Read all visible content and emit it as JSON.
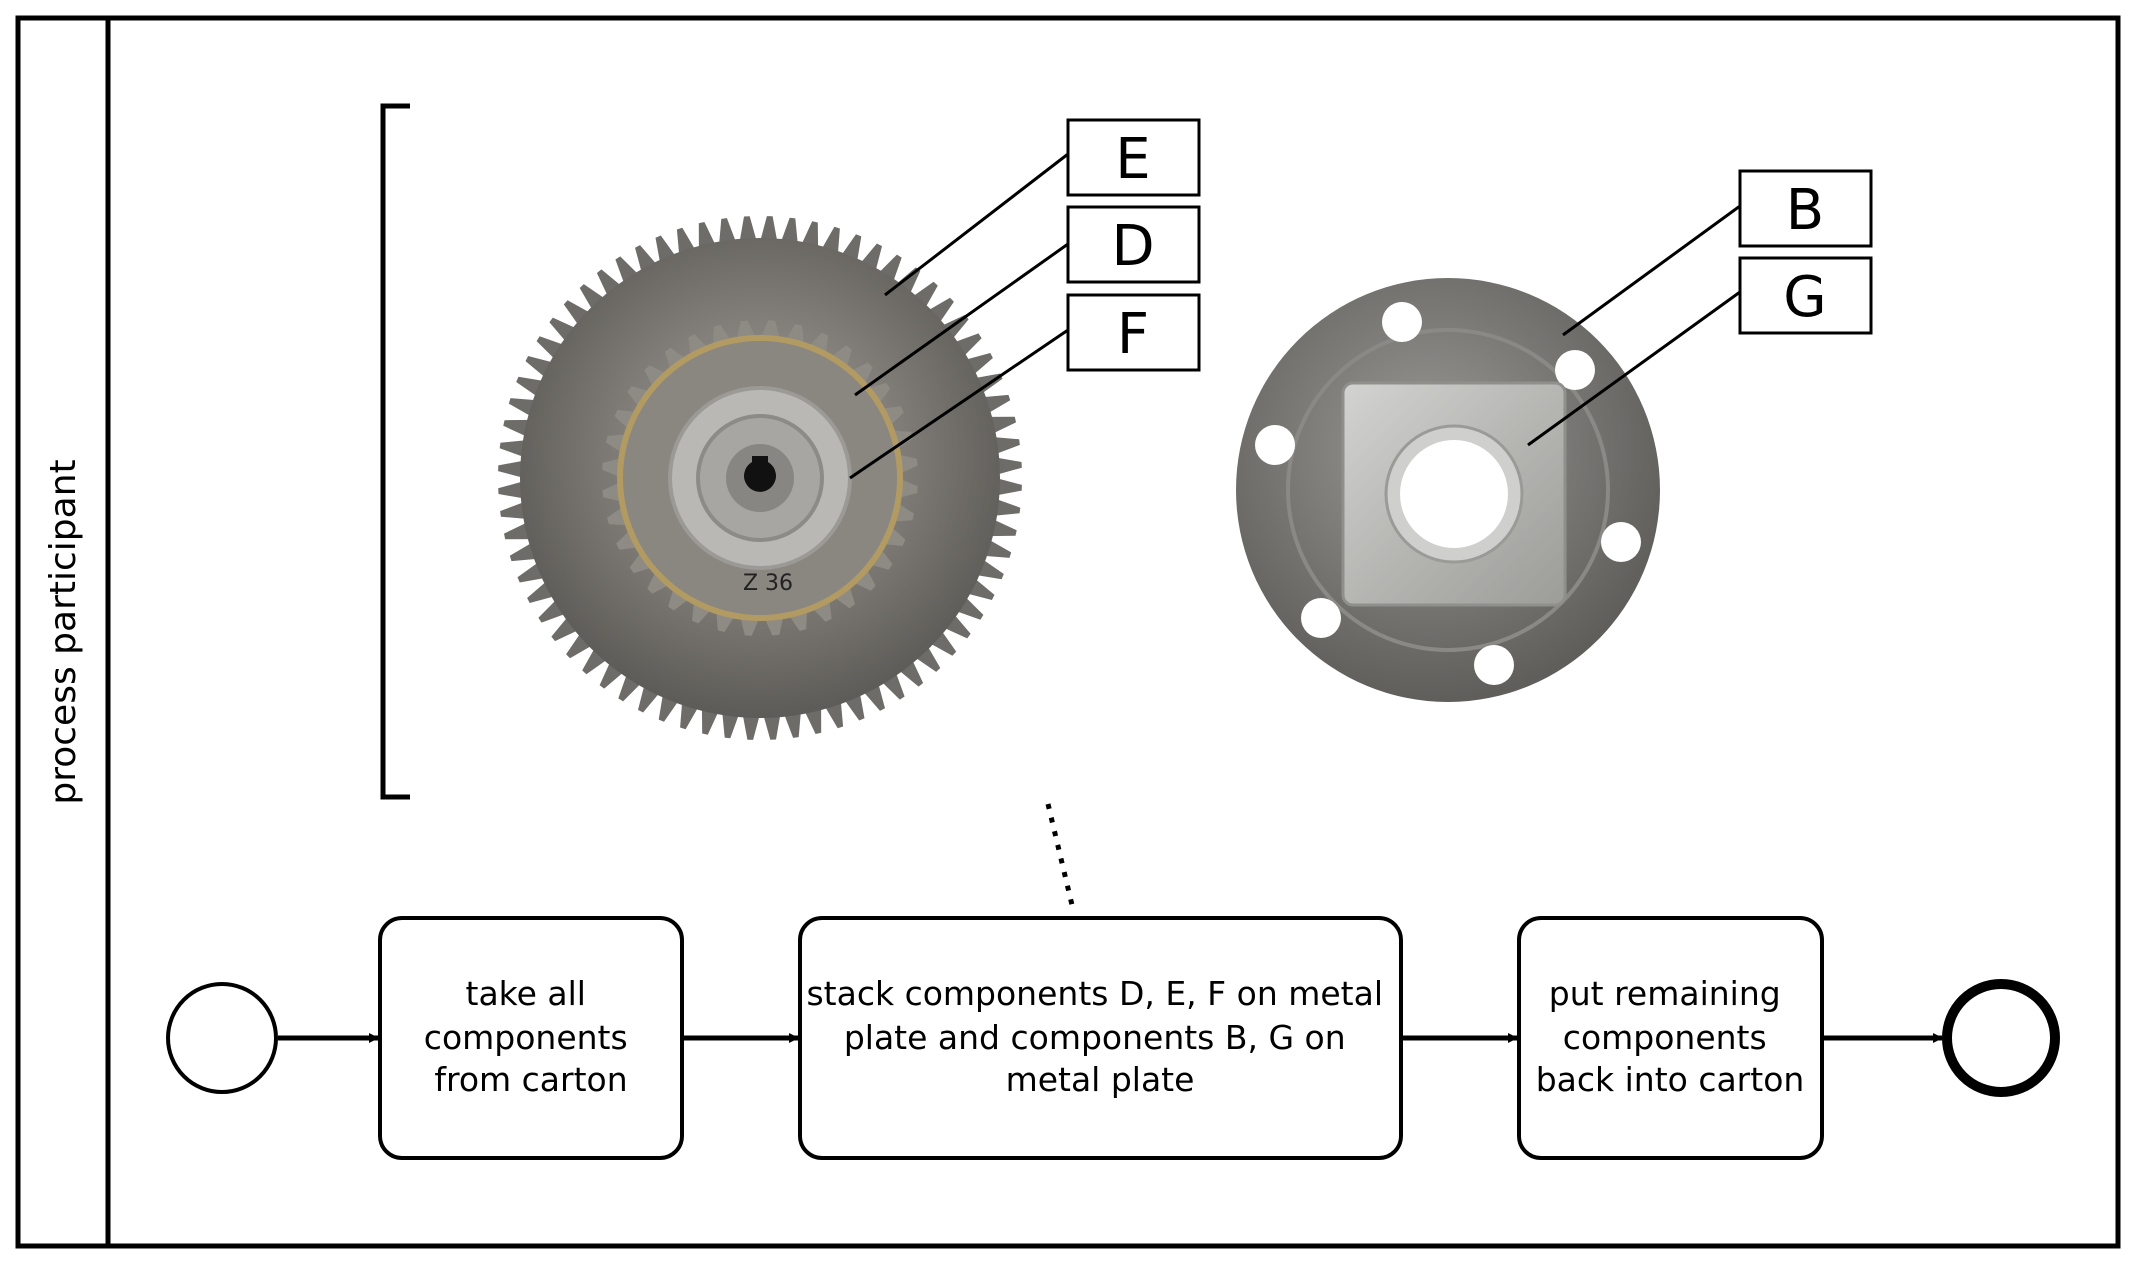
{
  "pool": {
    "label": "process participant"
  },
  "tasks": [
    {
      "lines": [
        "take all",
        "components",
        "from carton"
      ]
    },
    {
      "lines": [
        "stack components D, E, F on metal",
        "plate and components B, G on",
        "metal plate"
      ]
    },
    {
      "lines": [
        "put remaining",
        "components",
        "back into carton"
      ]
    }
  ],
  "gear": {
    "stamp": "Z 36"
  },
  "tags": {
    "E": "E",
    "D": "D",
    "F": "F",
    "B": "B",
    "G": "G"
  },
  "colors": {
    "outline": "#000000",
    "gear_dark": "#6e6c69",
    "gear_light": "#9e9a95",
    "plate": "#7d7b78",
    "plate_light": "#b4b3b0"
  }
}
